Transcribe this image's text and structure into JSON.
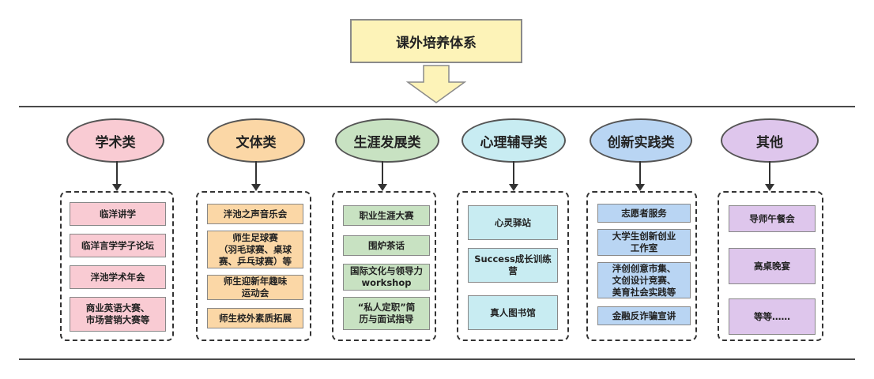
{
  "root": {
    "label": "课外培养体系"
  },
  "columns": [
    {
      "category": "学术类",
      "colors": {
        "category": "#f9cbd3",
        "item": "#f9cbd3"
      },
      "items": [
        "临洋讲学",
        "临洋言学学子论坛",
        "泮池学术年会",
        "商业英语大赛、\n市场营销大赛等"
      ]
    },
    {
      "category": "文体类",
      "colors": {
        "category": "#fbd7a6",
        "item": "#fbd7a6"
      },
      "items": [
        "泮池之声音乐会",
        "师生足球赛\n（羽毛球赛、桌球\n赛、乒乓球赛）等",
        "师生迎新年趣味\n运动会",
        "师生校外素质拓展"
      ]
    },
    {
      "category": "生涯发展类",
      "colors": {
        "category": "#c8e2c2",
        "item": "#c8e2c2"
      },
      "items": [
        "职业生涯大赛",
        "围炉茶话",
        "国际文化与领导力\nworkshop",
        "“私人定职”简\n历与面试指导"
      ]
    },
    {
      "category": "心理辅导类",
      "colors": {
        "category": "#c8ecf2",
        "item": "#c8ecf2"
      },
      "items": [
        "心灵驿站",
        "Success成长训练营",
        "真人图书馆"
      ]
    },
    {
      "category": "创新实践类",
      "colors": {
        "category": "#b9d5f3",
        "item": "#b9d5f3"
      },
      "items": [
        "志愿者服务",
        "大学生创新创业\n工作室",
        "泮创创意市集、\n文创设计竞赛、\n美育社会实践等",
        "金融反诈骗宣讲"
      ]
    },
    {
      "category": "其他",
      "colors": {
        "category": "#dec6ec",
        "item": "#dec6ec"
      },
      "items": [
        "导师午餐会",
        "高桌晚宴",
        "等等……"
      ]
    }
  ]
}
